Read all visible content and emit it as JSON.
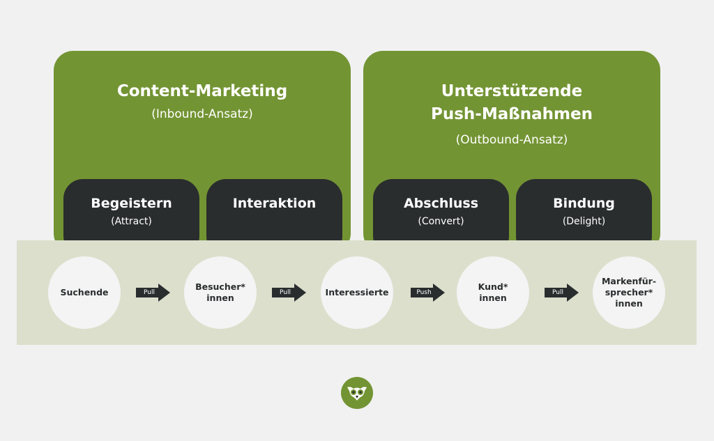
{
  "panels": {
    "left": {
      "title": "Content-Marketing",
      "subtitle": "(Inbound-Ansatz)"
    },
    "right": {
      "title_line1": "Unterstützende",
      "title_line2": "Push-Maßnahmen",
      "subtitle": "(Outbound-Ansatz)"
    }
  },
  "stages": [
    {
      "title": "Begeistern",
      "subtitle": "(Attract)"
    },
    {
      "title": "Interaktion",
      "subtitle": ""
    },
    {
      "title": "Abschluss",
      "subtitle": "(Convert)"
    },
    {
      "title": "Bindung",
      "subtitle": "(Delight)"
    }
  ],
  "flow": {
    "nodes": [
      "Suchende",
      "Besucher*\ninnen",
      "Interessierte",
      "Kund*\ninnen",
      "Markenfür-\nsprecher*\ninnen"
    ],
    "arrows": [
      "Pull",
      "Pull",
      "Push",
      "Pull"
    ]
  },
  "logo": {
    "icon": "owl-logo-icon"
  },
  "colors": {
    "green": "#739433",
    "dark": "#2a2d2e",
    "band": "#dbdfcc",
    "circle": "#f4f4f4",
    "background": "#f1f1f1"
  }
}
